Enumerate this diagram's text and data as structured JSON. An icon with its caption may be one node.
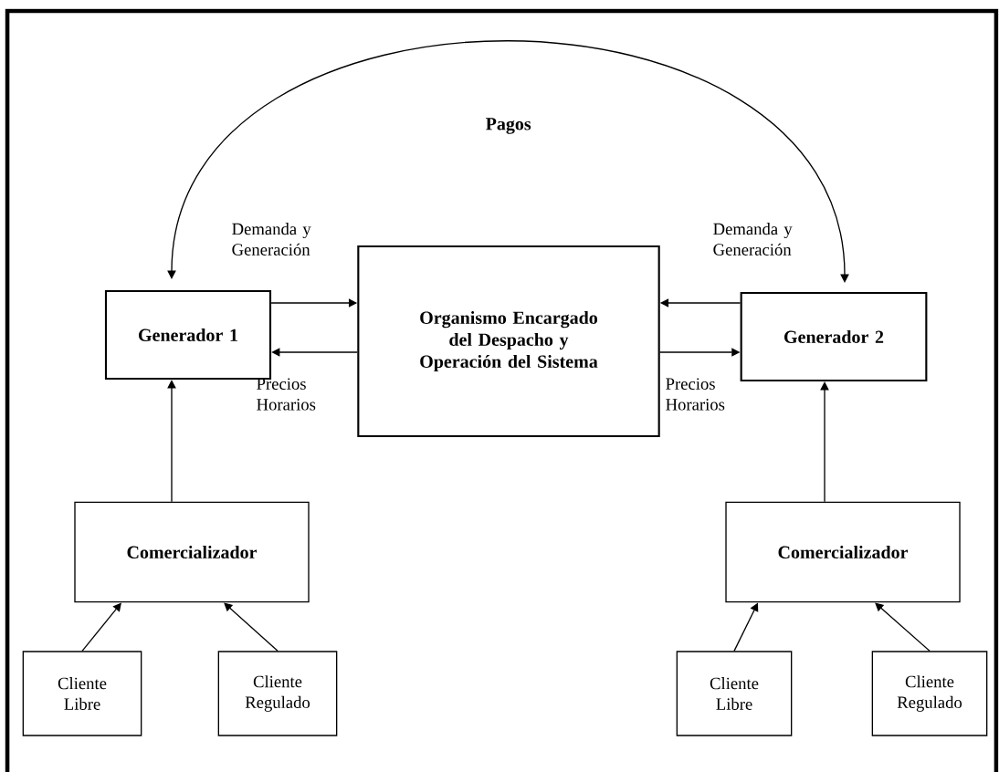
{
  "diagram": {
    "nodes": [
      {
        "text": [
          "Generador 1"
        ]
      },
      {
        "text": [
          "Organismo Encargado del Despacho y Operación del Sistema"
        ]
      },
      {
        "text": [
          "Generador 2"
        ]
      },
      {
        "text": [
          "Comercializador"
        ]
      },
      {
        "text": [
          "Comercializador"
        ]
      },
      {
        "text": [
          "Cliente Libre"
        ]
      },
      {
        "text": [
          "Cliente Regulado"
        ]
      },
      {
        "text": [
          "Cliente Libre"
        ]
      },
      {
        "text": [
          "Cliente Regulado"
        ]
      }
    ],
    "edges": [
      {
        "from": 0,
        "to": 2,
        "arrow": "both",
        "label": "Pagos"
      },
      {
        "from": 0,
        "to": 1,
        "arrow": "to",
        "label": "Demanda y Generación"
      },
      {
        "from": 1,
        "to": 0,
        "arrow": "to",
        "label": "Precios Horarios"
      },
      {
        "from": 2,
        "to": 1,
        "arrow": "to",
        "label": "Demanda y Generación"
      },
      {
        "from": 1,
        "to": 2,
        "arrow": "to",
        "label": "Precios Horarios"
      },
      {
        "from": 3,
        "to": 0,
        "arrow": "to"
      },
      {
        "from": 4,
        "to": 2,
        "arrow": "to"
      },
      {
        "from": 5,
        "to": 3,
        "arrow": "to"
      },
      {
        "from": 6,
        "to": 3,
        "arrow": "to"
      },
      {
        "from": 7,
        "to": 4,
        "arrow": "to"
      },
      {
        "from": 8,
        "to": 4,
        "arrow": "to"
      }
    ]
  }
}
